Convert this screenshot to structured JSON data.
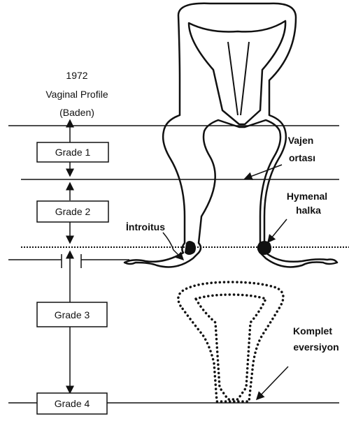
{
  "header": {
    "year": "1972",
    "profile_title": "Vaginal Profile",
    "author": "(Baden)"
  },
  "grades": [
    {
      "label": "Grade 1"
    },
    {
      "label": "Grade 2"
    },
    {
      "label": "Grade 3"
    },
    {
      "label": "Grade 4"
    }
  ],
  "annotations": {
    "mid_vagina_line1": "Vajen",
    "mid_vagina_line2": "ortası",
    "hymenal_line1": "Hymenal",
    "hymenal_line2": "halka",
    "introitus": "İntroitus",
    "eversion_line1": "Komplet",
    "eversion_line2": "eversiyon"
  },
  "colors": {
    "ink": "#111111",
    "background": "#ffffff"
  }
}
